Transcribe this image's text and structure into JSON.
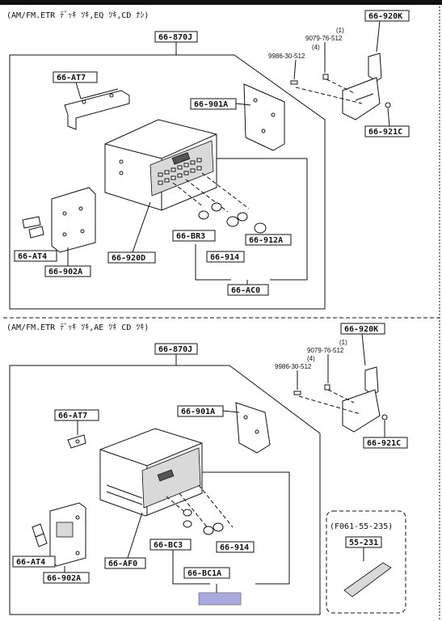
{
  "section_top": {
    "header": "(AM/FM.ETR ﾃﾞｯｷ ﾂｷ,EQ ﾂｷ,CD ﾅｼ)",
    "labels": {
      "assy": "66-870J",
      "bracket_top": "66-AT7",
      "side_plate_left": "66-AT4",
      "bracket_left": "66-902A",
      "bracket_right": "66-901A",
      "knob_small": "66-BR3",
      "knob_pair": "66-912A",
      "knob_set": "66-914",
      "panel": "66-920D",
      "knob_kit": "66-AC0",
      "antenna_assy": "66-920K",
      "antenna_clip": "66-921C"
    },
    "callouts": {
      "screw_a_qty": "(1)",
      "screw_a": "9079-76-512",
      "screw_b_qty": "(4)",
      "screw_b": "9986-30-512"
    }
  },
  "section_bottom": {
    "header": "(AM/FM.ETR ﾃﾞｯｷ ﾂｷ,AE ﾂｷ CD ﾂｷ)",
    "labels": {
      "assy": "66-870J",
      "bracket_top": "66-AT7",
      "side_plate_left": "66-AT4",
      "bracket_left": "66-902A",
      "bracket_right": "66-901A",
      "front_panel": "66-AF0",
      "knob_small": "66-BC3",
      "knob_set": "66-914",
      "knob_kit": "66-BC1A",
      "antenna_assy": "66-920K",
      "antenna_clip": "66-921C"
    },
    "callouts": {
      "screw_a_qty": "(1)",
      "screw_a": "9079-76-512",
      "screw_b_qty": "(4)",
      "screw_b": "9986-30-512"
    },
    "inset": {
      "model": "(F061-55-235)",
      "part": "55-231"
    }
  },
  "colors": {
    "line": "#111111",
    "highlight": "#a9a9e0",
    "background": "#ffffff"
  }
}
